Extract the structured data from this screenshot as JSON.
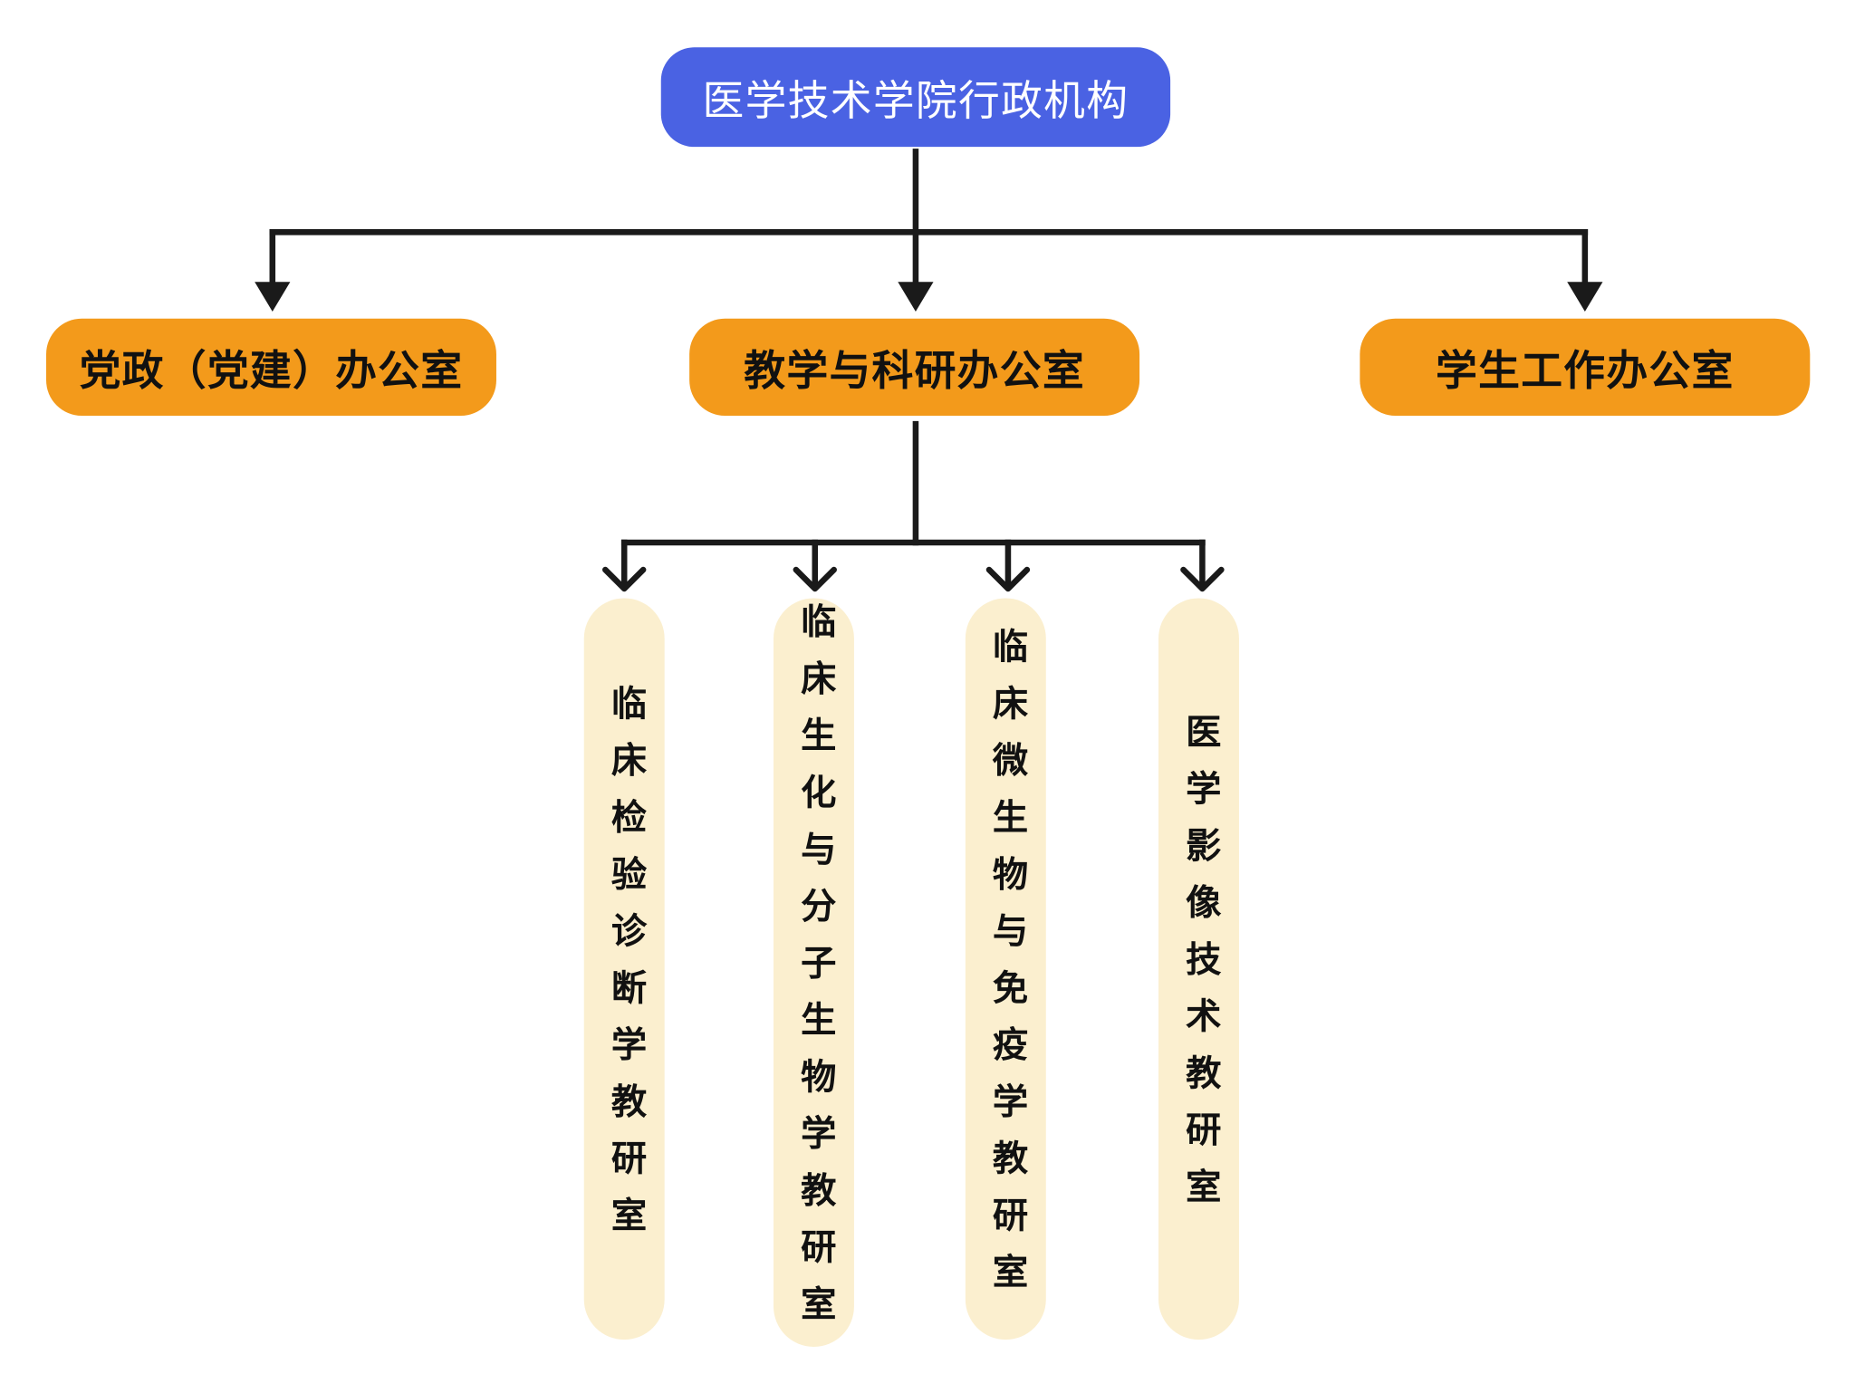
{
  "root": {
    "label": "医学技术学院行政机构"
  },
  "offices": [
    {
      "label": "党政（党建）办公室"
    },
    {
      "label": "教学与科研办公室"
    },
    {
      "label": "学生工作办公室"
    }
  ],
  "labs": [
    {
      "label": "临床检验诊断学教研室"
    },
    {
      "label": "临床生化与分子生物学教研室"
    },
    {
      "label": "临床微生物与免疫学教研室"
    },
    {
      "label": "医学影像技术教研室"
    }
  ],
  "colors": {
    "root_fill": "#4a62e3",
    "office_fill": "#f39a1b",
    "lab_fill": "#fbefcf",
    "connector": "#1a1a1a"
  }
}
